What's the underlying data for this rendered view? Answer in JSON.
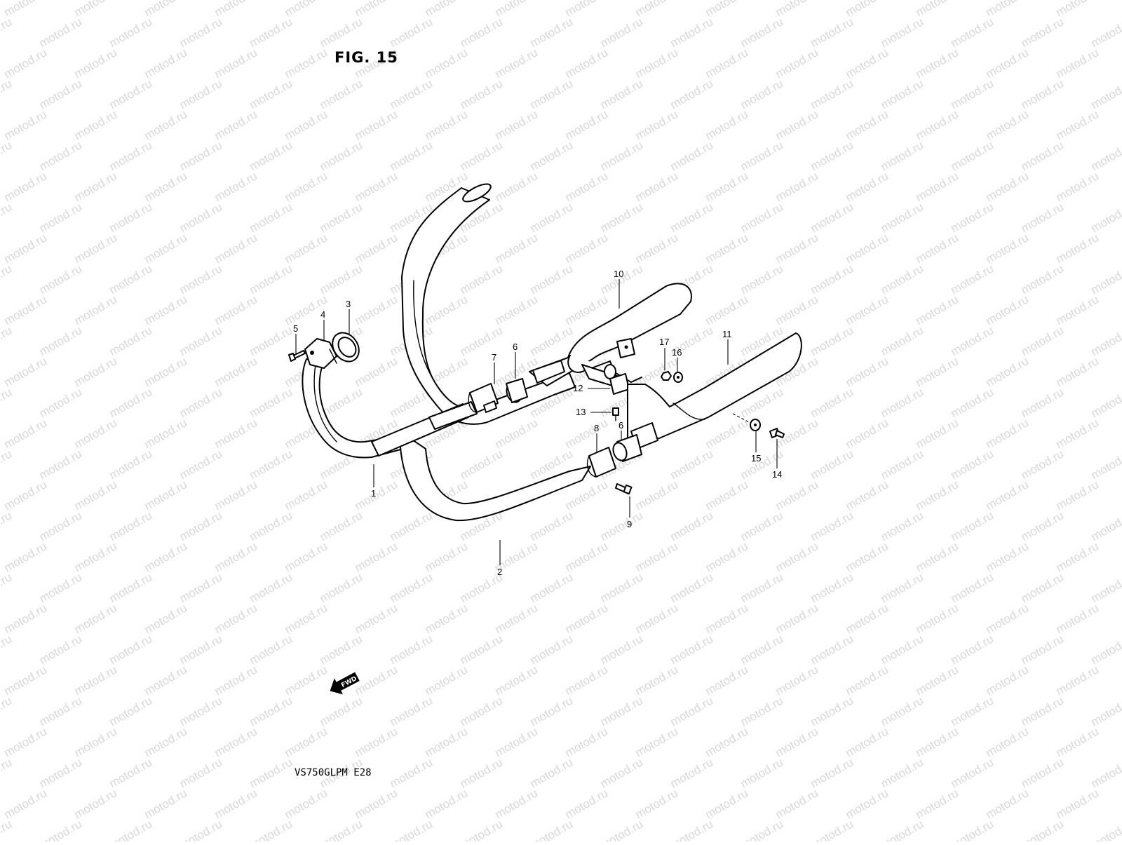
{
  "figure": {
    "title": "FIG. 15",
    "model_code": "VS750GLPM  E28",
    "watermark_text": "motod.ru",
    "fwd_label": "FWD"
  },
  "callouts": [
    {
      "id": "c1",
      "label": "1"
    },
    {
      "id": "c2",
      "label": "2"
    },
    {
      "id": "c3",
      "label": "3"
    },
    {
      "id": "c4",
      "label": "4"
    },
    {
      "id": "c5",
      "label": "5"
    },
    {
      "id": "c6a",
      "label": "6"
    },
    {
      "id": "c6b",
      "label": "6"
    },
    {
      "id": "c7",
      "label": "7"
    },
    {
      "id": "c8",
      "label": "8"
    },
    {
      "id": "c9",
      "label": "9"
    },
    {
      "id": "c10",
      "label": "10"
    },
    {
      "id": "c11",
      "label": "11"
    },
    {
      "id": "c12",
      "label": "12"
    },
    {
      "id": "c13",
      "label": "13"
    },
    {
      "id": "c14",
      "label": "14"
    },
    {
      "id": "c15",
      "label": "15"
    },
    {
      "id": "c16",
      "label": "16"
    },
    {
      "id": "c17",
      "label": "17"
    }
  ],
  "colors": {
    "ink": "#000000",
    "watermark": "#d8d8d8",
    "background": "#ffffff"
  }
}
